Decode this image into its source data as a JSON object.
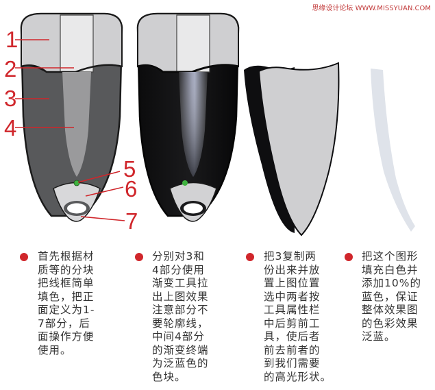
{
  "watermark": "思缘设计论坛 WWW.MISSYUAN.COM",
  "labels": [
    "1",
    "2",
    "3",
    "4",
    "5",
    "6",
    "7"
  ],
  "captions": [
    {
      "lines": [
        "首先根据材",
        "质等的分块",
        "把线框简单",
        "填色，把正",
        "面定义为1-",
        "7部分，后",
        "面操作方便",
        "使用。"
      ]
    },
    {
      "lines": [
        "分别对3和",
        "4部分使用",
        "渐变工具拉",
        "出上图效果",
        "注意部分不",
        "要轮廓线，",
        "中间4部分",
        "的渐变终端",
        "为泛蓝色的",
        "色块。"
      ]
    },
    {
      "lines": [
        "把3复制两",
        "份出来并放",
        "置上图位置",
        "选中两者按",
        "工具属性栏",
        "中后剪前工",
        "具，使后者",
        "前去前者的",
        "到我们需要",
        "的高光形状。"
      ]
    },
    {
      "lines": [
        "把这个图形",
        "填充白色并",
        "添加10%的",
        "蓝色，保证",
        "整体效果图",
        "的色彩效果",
        "泛蓝。"
      ]
    }
  ],
  "colors": {
    "accent_red": "#d0262b",
    "light_gray": "#cfcfd1",
    "mid_gray": "#5a5b5d",
    "inner_gray": "#9a9a9c",
    "black_body": "#151517",
    "pale_blue": "#dfe3ea",
    "green_dot": "#3fb23f"
  }
}
